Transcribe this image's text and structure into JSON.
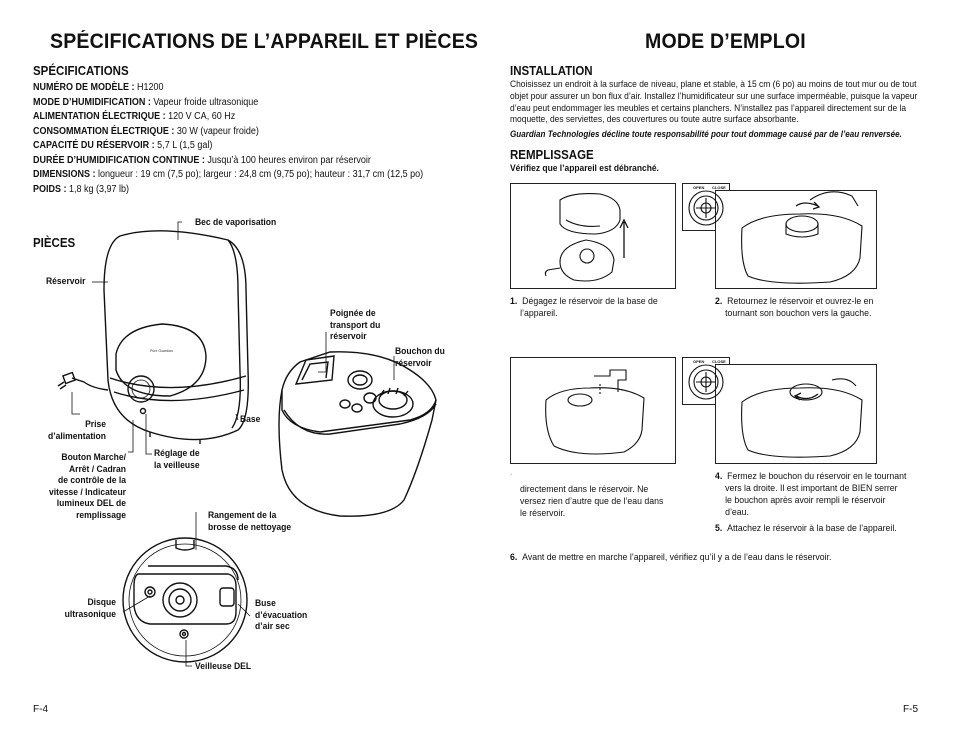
{
  "left": {
    "title": "SPÉCIFICATIONS DE L’APPAREIL ET PIÈCES",
    "spec_heading": "SPÉCIFICATIONS",
    "specs": [
      {
        "label": "NUMÉRO DE MODÈLE :",
        "value": " H1200"
      },
      {
        "label": "MODE D’HUMIDIFICATION :",
        "value": " Vapeur froide ultrasonique"
      },
      {
        "label": "ALIMENTATION ÉLECTRIQUE :",
        "value": " 120 V CA, 60 Hz"
      },
      {
        "label": "CONSOMMATION ÉLECTRIQUE :",
        "value": " 30 W (vapeur froide)"
      },
      {
        "label": "CAPACITÉ DU RÉSERVOIR :",
        "value": " 5,7 L (1,5 gal)"
      },
      {
        "label": "DURÉE D’HUMIDIFICATION CONTINUE :",
        "value": " Jusqu’à 100 heures environ par réservoir"
      },
      {
        "label": "DIMENSIONS :",
        "value": " longueur : 19 cm (7,5 po); largeur : 24,8 cm (9,75 po); hauteur : 31,7 cm (12,5 po)"
      },
      {
        "label": "POIDS :",
        "value": " 1,8 kg (3,97 lb)"
      }
    ],
    "parts_heading": "PIÈCES",
    "labels": {
      "nozzle": "Bec de vaporisation",
      "tank": "Réservoir",
      "handle_1": "Poignée de",
      "handle_2": "transport du",
      "handle_3": "réservoir",
      "cap_1": "Bouchon du",
      "cap_2": "réservoir",
      "base": "Base",
      "plug_1": "Prise",
      "plug_2": "d’alimentation",
      "switch_1": "Bouton Marche/",
      "switch_2": "Arrêt / Cadran",
      "switch_3": "de contrôle de la",
      "switch_4": "vitesse / Indicateur",
      "switch_5": "lumineux DEL de",
      "switch_6": "remplissage",
      "night_1": "Réglage de",
      "night_2": "la veilleuse",
      "brush_1": "Rangement de la",
      "brush_2": "brosse de nettoyage",
      "disc_1": "Disque",
      "disc_2": "ultrasonique",
      "vent_1": "Buse",
      "vent_2": "d’évacuation",
      "vent_3": "d’air sec",
      "led": "Veilleuse DEL"
    },
    "logo_text": "Pure Guardian",
    "page_number": "F-4"
  },
  "right": {
    "title": "MODE D’EMPLOI",
    "install_heading": "INSTALLATION",
    "install_lines": [
      "Choisissez un endroit à la surface de niveau, plane et stable, à 15 cm (6 po) au moins de tout mur ou de tout",
      "objet pour assurer un bon flux d’air. Installez l’humidificateur sur une surface imperméable, puisque la vapeur",
      "d’eau peut endommager les meubles et certains planchers. N’installez pas l’appareil directement sur de la",
      "moquette, des serviettes, des couvertures ou toute autre surface absorbante."
    ],
    "disclaimer": "Guardian Technologies décline toute responsabilité pour tout dommage causé par de l’eau renversée.",
    "fill_heading": "REMPLISSAGE",
    "fill_sub": "Vérifiez que l’appareil est débranché.",
    "steps": {
      "s1_num": "1.",
      "s1_a": "Dégagez le réservoir de la base de",
      "s1_b": "l’appareil.",
      "s2_num": "2.",
      "s2_a": "Retournez le réservoir et ouvrez-le en",
      "s2_b": "tournant son bouchon vers la gauche.",
      "s3_dot": "·",
      "s3_a": "directement dans le réservoir. Ne",
      "s3_b": "versez rien d’autre que de l’eau dans",
      "s3_c": "le réservoir.",
      "s4_num": "4.",
      "s4_a": "Fermez le bouchon du réservoir en le tournant",
      "s4_b": "vers la droite. Il est important de BIEN serrer",
      "s4_c": "le bouchon après avoir rempli le réservoir",
      "s4_d": "d’eau.",
      "s5_num": "5.",
      "s5_a": "Attachez le réservoir à la base de l’appareil.",
      "s6_num": "6.",
      "s6_a": "Avant de mettre en marche l’appareil, vérifiez qu’il y a de l’eau dans le réservoir."
    },
    "dial": {
      "open": "OPEN",
      "close": "CLOSE"
    },
    "page_number": "F-5"
  }
}
